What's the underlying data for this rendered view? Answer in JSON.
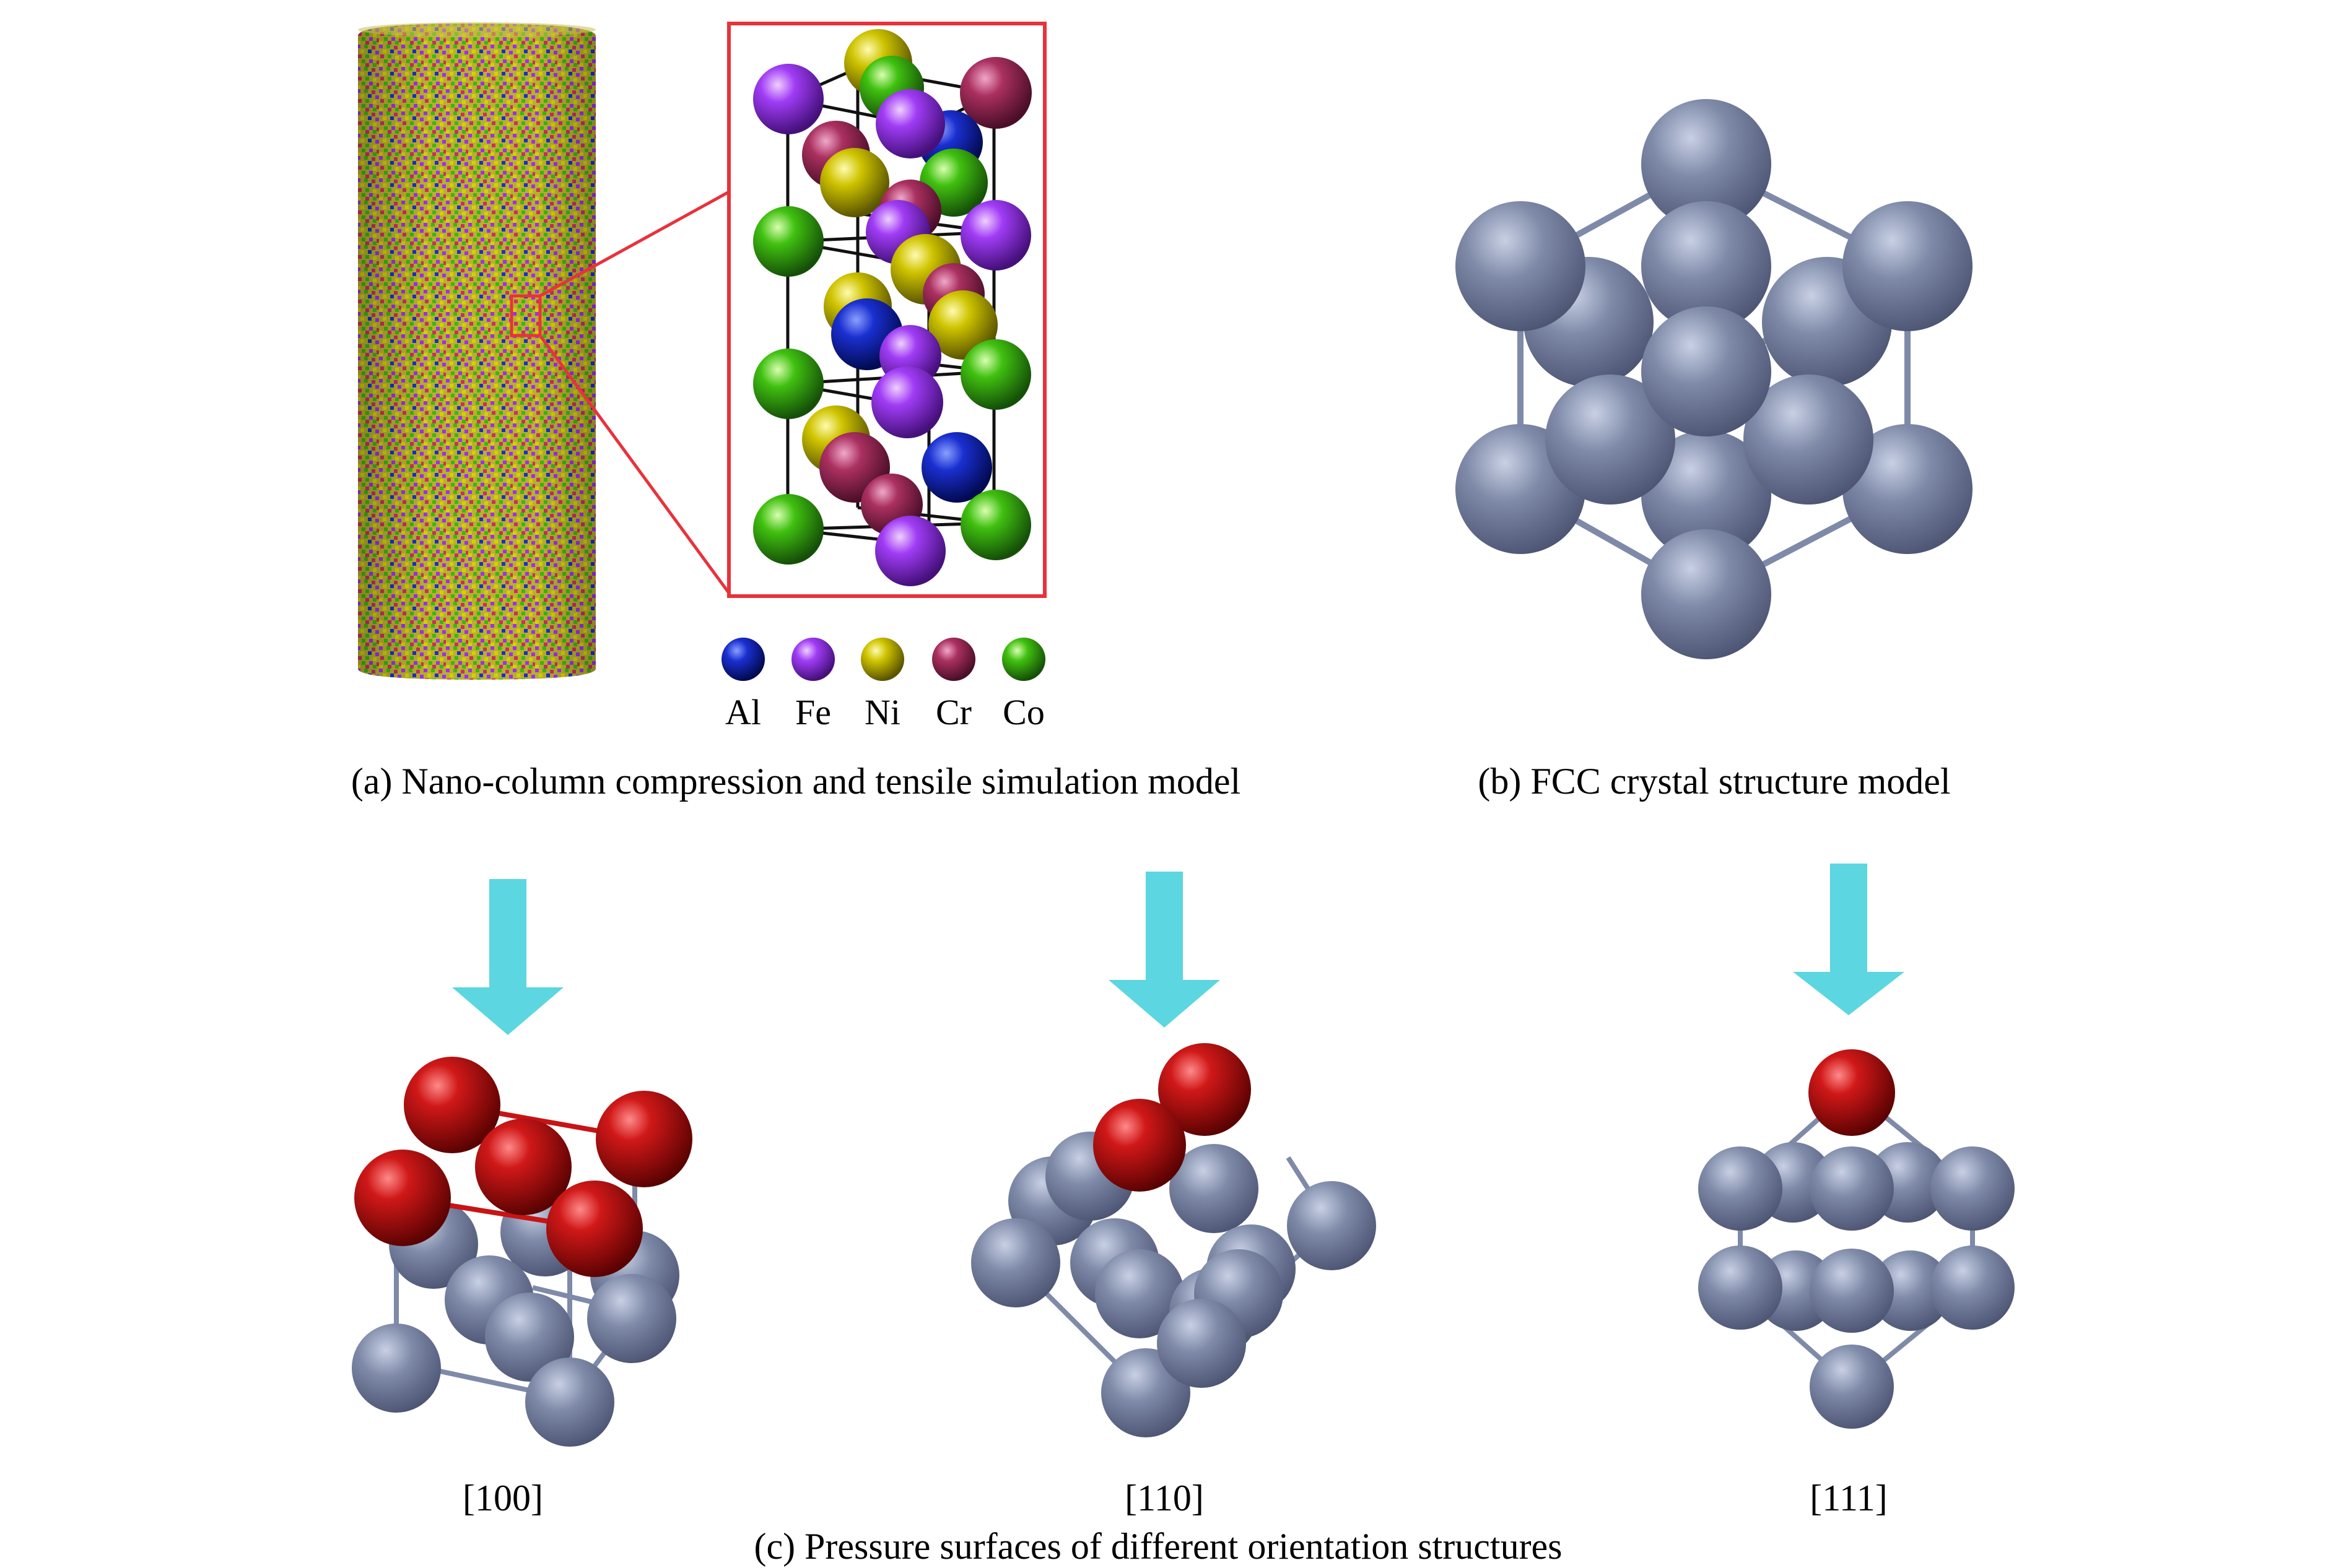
{
  "panel_a": {
    "caption": "(a) Nano-column compression and tensile simulation model",
    "legend": [
      {
        "label": "Al",
        "color": "#0a1aa8"
      },
      {
        "label": "Fe",
        "color": "#9b30f0"
      },
      {
        "label": "Ni",
        "color": "#c8c000"
      },
      {
        "label": "Cr",
        "color": "#a8305a"
      },
      {
        "label": "Co",
        "color": "#3ab810"
      }
    ],
    "highlight_color": "#e8323c"
  },
  "panel_b": {
    "caption": "(b) FCC crystal structure model",
    "atom_color": "#7a86a4"
  },
  "panel_c": {
    "caption": "(c) Pressure surfaces of different orientation structures",
    "arrow_color": "#5cd6e0",
    "surface_atom_color": "#c81414",
    "orientations": [
      {
        "label": "[100]"
      },
      {
        "label": "[110]"
      },
      {
        "label": "[111]"
      }
    ]
  }
}
